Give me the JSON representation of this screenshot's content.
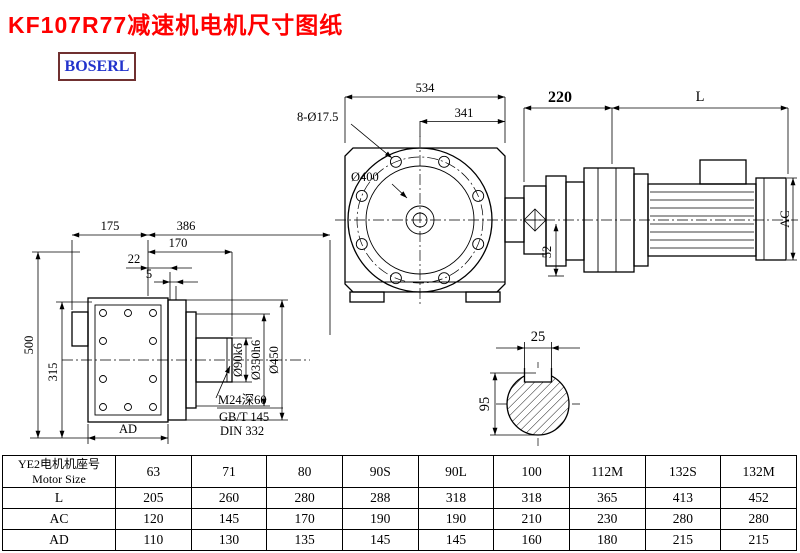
{
  "title": "KF107R77减速机电机尺寸图纸",
  "logo": {
    "text": "BOSERL"
  },
  "colors": {
    "title": "#ff0000",
    "logo_text": "#2233cc",
    "logo_border": "#703030",
    "line": "#000000"
  },
  "drawing": {
    "top_view": {
      "d534": "534",
      "d341": "341",
      "d220": "220",
      "dL": "L",
      "holes": "8-Ø17.5",
      "d400": "Ø400",
      "d52": "52",
      "dAC": "AC"
    },
    "front_view": {
      "d175": "175",
      "d386": "386",
      "d170": "170",
      "d22": "22",
      "d5": "5",
      "d500": "500",
      "d315": "315",
      "d90": "Ø90k6",
      "d350": "Ø350h6",
      "d450": "Ø450",
      "dAD": "AD",
      "note1": "M24深60",
      "note2": "GB/T 145",
      "note3": "DIN 332"
    },
    "shaft_section": {
      "d25": "25",
      "d95": "95"
    }
  },
  "table": {
    "corner_line1": "YE2电机机座号",
    "corner_line2": "Motor Size",
    "sizes": [
      "63",
      "71",
      "80",
      "90S",
      "90L",
      "100",
      "112M",
      "132S",
      "132M"
    ],
    "rows": [
      {
        "label": "L",
        "values": [
          "205",
          "260",
          "280",
          "288",
          "318",
          "318",
          "365",
          "413",
          "452"
        ]
      },
      {
        "label": "AC",
        "values": [
          "120",
          "145",
          "170",
          "190",
          "190",
          "210",
          "230",
          "280",
          "280"
        ]
      },
      {
        "label": "AD",
        "values": [
          "110",
          "130",
          "135",
          "145",
          "145",
          "160",
          "180",
          "215",
          "215"
        ]
      }
    ]
  }
}
